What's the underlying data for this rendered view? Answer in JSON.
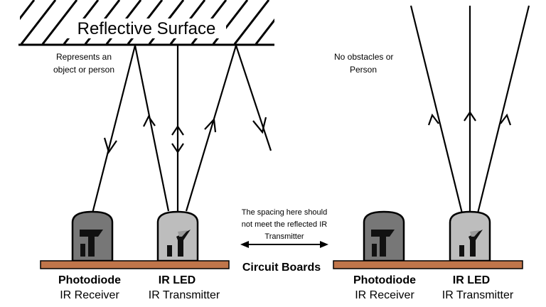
{
  "surface": {
    "label": "Reflective Surface"
  },
  "left_scene": {
    "note_line1": "Represents an",
    "note_line2": "object or person",
    "receiver": {
      "name": "Photodiode",
      "role": "IR Receiver"
    },
    "transmitter": {
      "name": "IR LED",
      "role": "IR Transmitter"
    }
  },
  "middle": {
    "spacing_line1": "The spacing here should",
    "spacing_line2": "not meet the reflected IR",
    "spacing_line3": "Transmitter",
    "board_label": "Circuit Boards"
  },
  "right_scene": {
    "note_line1": "No obstacles or",
    "note_line2": "Person",
    "receiver": {
      "name": "Photodiode",
      "role": "IR Receiver"
    },
    "transmitter": {
      "name": "IR LED",
      "role": "IR Transmitter"
    }
  },
  "colors": {
    "board": "#c0754a",
    "photodiode_body": "#777777",
    "led_body": "#bdbdbd"
  }
}
